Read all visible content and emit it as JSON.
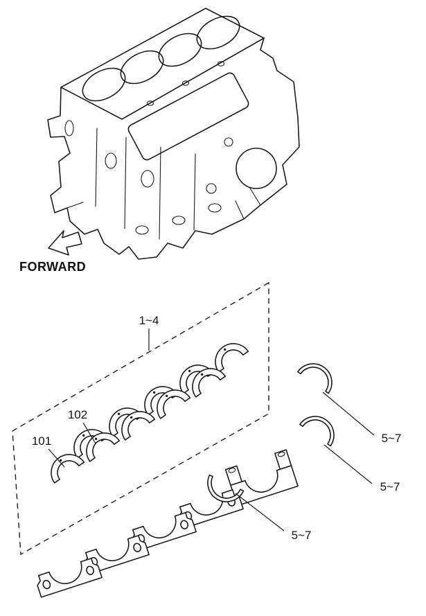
{
  "labels": {
    "forward": "FORWARD",
    "group_range": "1~4",
    "part_101": "101",
    "part_102": "102",
    "range_57_a": "5~7",
    "range_57_b": "5~7",
    "range_57_c": "5~7"
  },
  "colors": {
    "line": "#1a1a1a",
    "background": "#ffffff"
  }
}
